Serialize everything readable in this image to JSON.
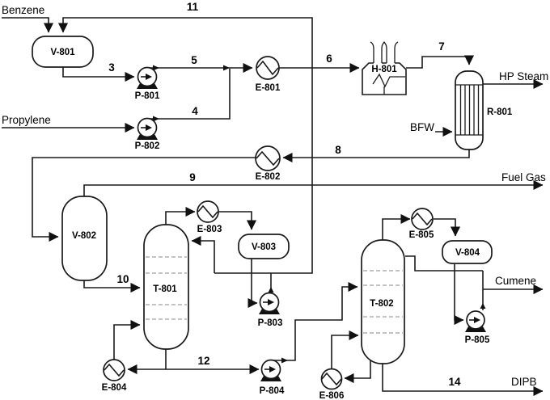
{
  "diagram": {
    "equipment": {
      "v801": "V-801",
      "v802": "V-802",
      "v803": "V-803",
      "v804": "V-804",
      "p801": "P-801",
      "p802": "P-802",
      "p803": "P-803",
      "p804": "P-804",
      "p805": "P-805",
      "e801": "E-801",
      "e802": "E-802",
      "e803": "E-803",
      "e804": "E-804",
      "e805": "E-805",
      "e806": "E-806",
      "h801": "H-801",
      "r801": "R-801",
      "t801": "T-801",
      "t802": "T-802"
    },
    "streams": {
      "s3": "3",
      "s4": "4",
      "s5": "5",
      "s6": "6",
      "s7": "7",
      "s8": "8",
      "s9": "9",
      "s10": "10",
      "s11": "11",
      "s12": "12",
      "s14": "14"
    },
    "io": {
      "benzene": "Benzene",
      "propylene": "Propylene",
      "hp_steam": "HP Steam",
      "bfw": "BFW",
      "fuel_gas": "Fuel Gas",
      "cumene": "Cumene",
      "dipb": "DIPB"
    }
  }
}
